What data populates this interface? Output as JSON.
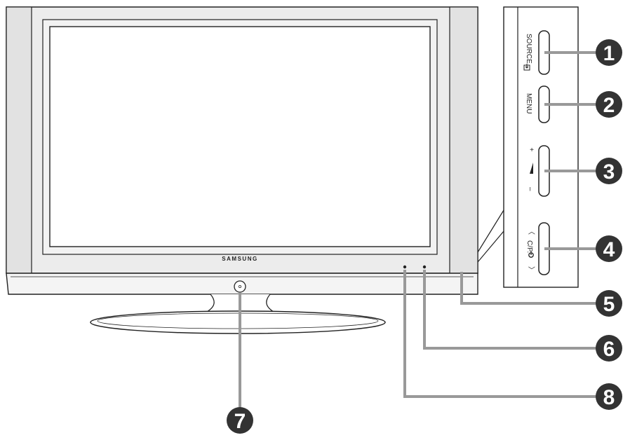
{
  "brand": "SAMSUNG",
  "controls": {
    "source": "SOURCE",
    "menu": "MENU",
    "vol_plus": "+",
    "vol_minus": "–",
    "ch_up": "〈",
    "ch_label": "C/P.",
    "ch_down": "〉"
  },
  "callouts": [
    "1",
    "2",
    "3",
    "4",
    "5",
    "6",
    "7",
    "8"
  ],
  "colors": {
    "outline": "#222222",
    "bezel": "#e8e8e8",
    "screen_bg": "#ffffff",
    "leader": "#999999",
    "badge": "#333333",
    "badge_text": "#ffffff"
  }
}
